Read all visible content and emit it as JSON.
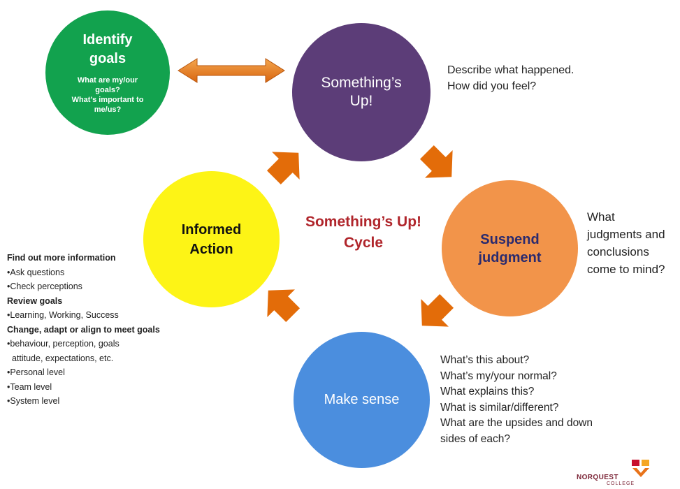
{
  "colors": {
    "identify": "#12a24e",
    "somethings_up": "#5c3d78",
    "suspend": "#f2944a",
    "make_sense": "#4b8ede",
    "informed": "#fdf416",
    "arrow": "#e36c09",
    "center_title": "#b0252b"
  },
  "identify_goals": {
    "title": "Identify\ngoals",
    "questions": "What are my/our\ngoals?\nWhat's important to\nme/us?"
  },
  "somethings_up": {
    "title": "Something’s\nUp!",
    "prompt": "Describe what happened.\nHow did you feel?"
  },
  "suspend_judgment": {
    "title": "Suspend\njudgment",
    "prompt": "What\njudgments and\nconclusions\ncome to mind?"
  },
  "make_sense": {
    "title": "Make sense",
    "prompt": "What’s this about?\nWhat’s my/your normal?\nWhat explains this?\nWhat is similar/different?\nWhat are the upsides and down\nsides of each?"
  },
  "informed_action": {
    "title": "Informed\nAction"
  },
  "center_title": "Something’s Up!\nCycle",
  "informed_list": {
    "h1": "Find out more information",
    "i1": "•Ask questions",
    "i2": "•Check perceptions",
    "h2": "Review goals",
    "i3": "•Learning, Working, Success",
    "h3": "Change, adapt or align to meet goals",
    "i4": "•behaviour, perception, goals",
    "i5": "  attitude, expectations, etc.",
    "i6": "•Personal level",
    "i7": "•Team level",
    "i8": "•System level"
  },
  "logo": {
    "name": "NORQUEST",
    "sub": "COLLEGE"
  }
}
